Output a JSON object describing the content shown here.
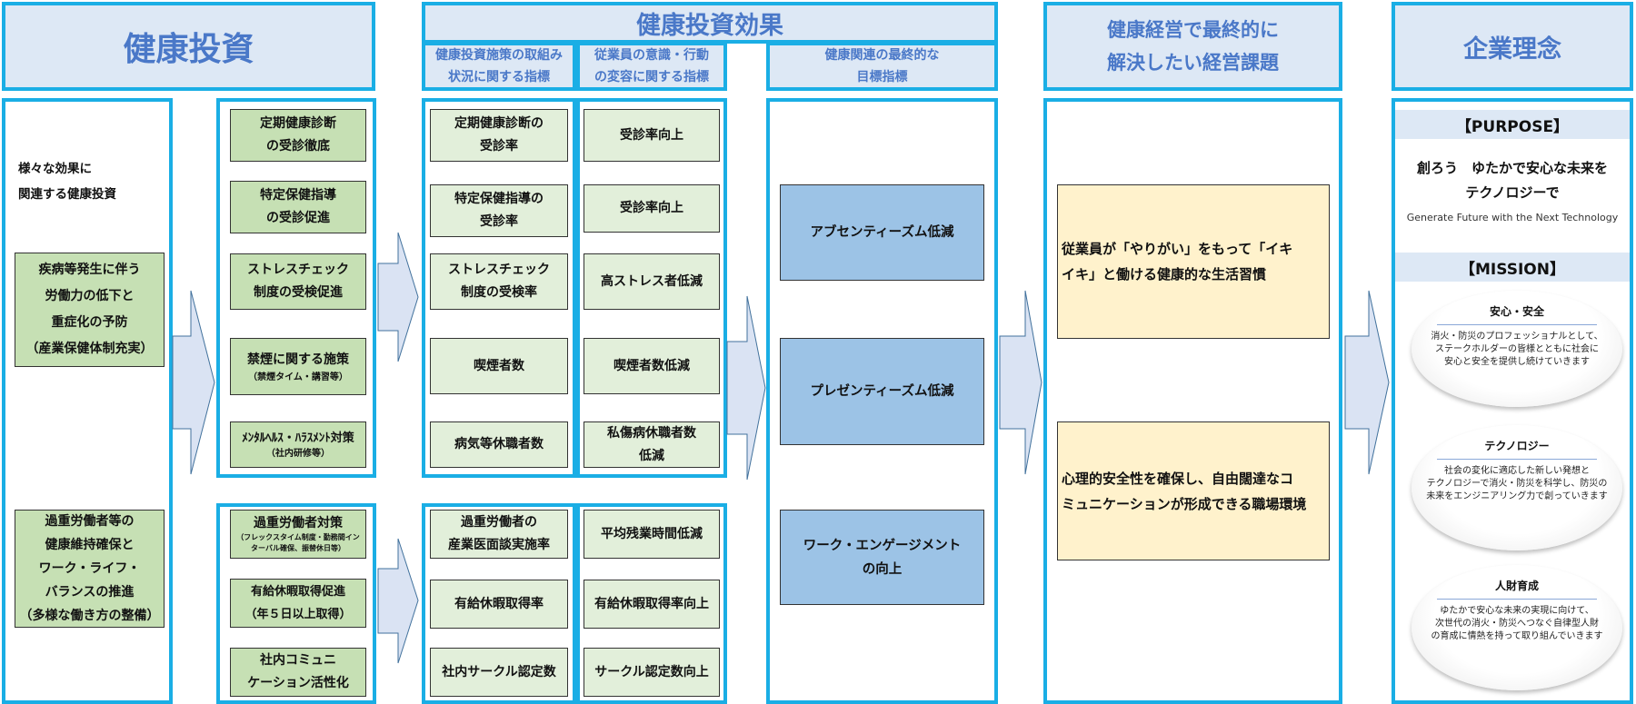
{
  "headers": {
    "investment": "健康投資",
    "effect": "健康投資効果",
    "effect_sub1": "健康投資施策の取組み\n状況に関する指標",
    "effect_sub2": "従業員の意識・行動\nの変容に関する指標",
    "effect_sub3": "健康関連の最終的な\n目標指標",
    "issues": "健康経営で最終的に\n解決したい経営課題",
    "philosophy": "企業理念"
  },
  "investment": {
    "note": "様々な効果に\n関連する健康投資",
    "category1": "疾病等発生に伴う\n労働力の低下と\n重症化の予防\n（産業保健体制充実）",
    "category2": "過重労働者等の\n健康維持確保と\nワーク・ライフ・\nバランスの推進\n（多様な働き方の整備）",
    "measures_top": [
      {
        "main": "定期健康診断\nの受診徹底"
      },
      {
        "main": "特定保健指導\nの受診促進"
      },
      {
        "main": "ストレスチェック\n制度の受検促進"
      },
      {
        "main": "禁煙に関する施策",
        "sub": "（禁煙タイム・講習等）"
      },
      {
        "main": "ﾒﾝﾀﾙﾍﾙｽ・ﾊﾗｽﾒﾝﾄ対策",
        "sub": "（社内研修等）"
      }
    ],
    "measures_bottom": [
      {
        "main": "過重労働者対策",
        "tiny": "（フレックスタイム制度・勤務間インターバル確保、振替休日等）"
      },
      {
        "main": "有給休暇取得促進\n（年５日以上取得）"
      },
      {
        "main": "社内コミュニ\nケーション活性化"
      }
    ]
  },
  "indicators": {
    "top": [
      "定期健康診断の\n受診率",
      "特定保健指導の\n受診率",
      "ストレスチェック\n制度の受検率",
      "喫煙者数",
      "病気等休職者数"
    ],
    "bottom": [
      "過重労働者の\n産業医面談実施率",
      "有給休暇取得率",
      "社内サークル認定数"
    ]
  },
  "behaviors": {
    "top": [
      "受診率向上",
      "受診率向上",
      "高ストレス者低減",
      "喫煙者数低減",
      "私傷病休職者数\n低減"
    ],
    "bottom": [
      "平均残業時間低減",
      "有給休暇取得率向上",
      "サークル認定数向上"
    ]
  },
  "final_targets": [
    "アブセンティーズム低減",
    "プレゼンティーズム低減",
    "ワーク・エンゲージメント\nの向上"
  ],
  "issues": [
    "従業員が「やりがい」をもって「イキ\nイキ」と働ける健康的な生活習慣",
    "心理的安全性を確保し、自由闊達なコ\nミュニケーションが形成できる職場環境"
  ],
  "philosophy": {
    "purpose_label": "【PURPOSE】",
    "purpose_text": "創ろう　ゆたかで安心な未来を\nテクノロジーで",
    "purpose_en": "Generate Future with the Next Technology",
    "mission_label": "【MISSION】",
    "missions": [
      {
        "title": "安心・安全",
        "desc": "消火・防災のプロフェッショナルとして、\nステークホルダーの皆様とともに社会に\n安心と安全を提供し続けていきます"
      },
      {
        "title": "テクノロジー",
        "desc": "社会の変化に適応した新しい発想と\nテクノロジーで消火・防災を科学し、防災の\n未来をエンジニアリング力で創っていきます"
      },
      {
        "title": "人財育成",
        "desc": "ゆたかで安心な未来の実現に向けて、\n次世代の消火・防災へつなぐ自律型人財\nの育成に情熱を持って取り組んでいきます"
      }
    ]
  },
  "colors": {
    "border": "#1aaee5",
    "header_bg": "#dde8f5",
    "header_text": "#4a78c8",
    "green": "#c6e0b4",
    "light_green": "#e2efda",
    "blue": "#9cc3e6",
    "yellow": "#fff2cc"
  }
}
